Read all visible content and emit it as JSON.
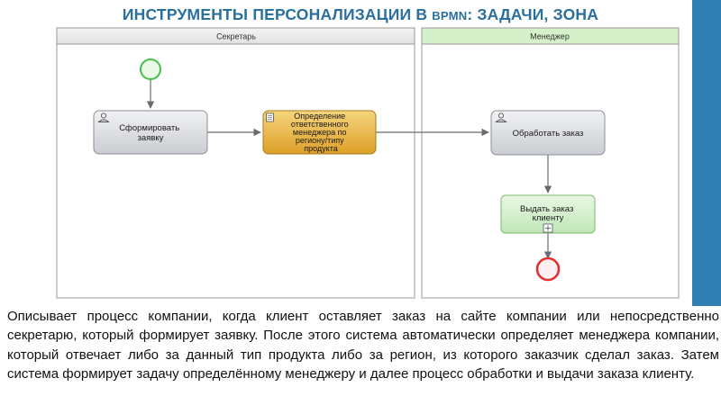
{
  "title": {
    "part1": "ИНСТРУМЕНТЫ ПЕРСОНАЛИЗАЦИИ В ",
    "part2": "BPMN",
    "part3": ": ЗАДАЧИ, ЗОНА"
  },
  "lanes": {
    "secretary": "Секретарь",
    "manager": "Менеджер"
  },
  "tasks": {
    "form_request": [
      "Сформировать",
      "заявку"
    ],
    "determine_manager": [
      "Определение",
      "ответственного",
      "менеджера по",
      "региону/типу",
      "продукта"
    ],
    "process_order": [
      "Обработать заказ"
    ],
    "deliver_order": [
      "Выдать заказ",
      "клиенту"
    ]
  },
  "description": "Описывает процесс компании, когда клиент оставляет заказ на сайте компании или непосредственно секретарю, который формирует заявку. После этого система автоматически определяет менеджера компании, который отвечает либо за данный тип продукта либо за регион, из которого заказчик сделал заказ. Затем система формирует задачу определённому менеджеру и далее процесс обработки и выдачи заказа клиенту.",
  "colors": {
    "title": "#2a6f9e",
    "strip": "#2f7fb2",
    "start_event": "#44c048",
    "end_event": "#e03030",
    "manager_header": "#d6f0c9",
    "auto_task": "#e8b43a",
    "gray_task": "#d5d8dc",
    "green_task": "#cfeec9"
  },
  "icons": [
    "user-task-icon",
    "script-task-icon",
    "subprocess-marker-icon"
  ]
}
